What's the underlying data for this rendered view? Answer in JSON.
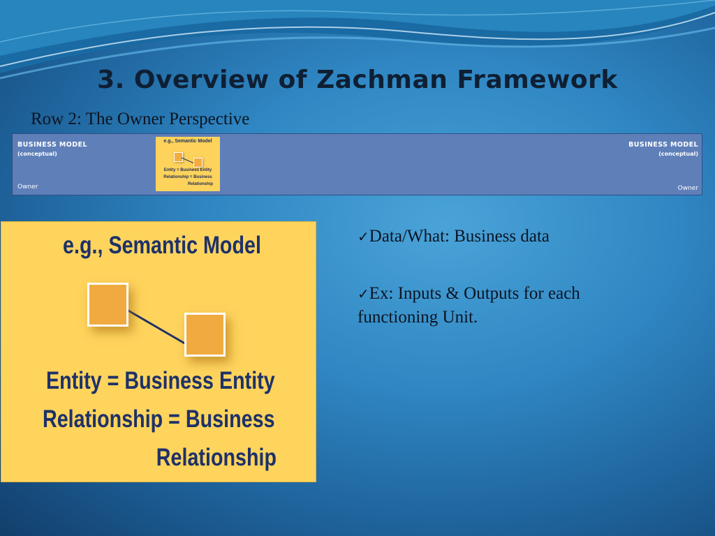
{
  "slide": {
    "title": "3. Overview of Zachman Framework",
    "subtitle": "Row 2: The Owner Perspective"
  },
  "banner": {
    "left_heading": "BUSINESS MODEL",
    "left_sub": "(conceptual)",
    "left_owner": "Owner",
    "right_heading": "BUSINESS MODEL",
    "right_sub": "(conceptual)",
    "right_owner": "Owner",
    "mini_card": {
      "title": "e.g., Semantic Model",
      "line1": "Entity = Business Entity",
      "line2": "Relationship = Business",
      "line3": "Relationship"
    }
  },
  "card": {
    "title": "e.g., Semantic Model",
    "line1": "Entity = Business Entity",
    "line2": "Relationship = Business",
    "line3": "Relationship"
  },
  "bullets": {
    "check_glyph": "✓",
    "item1": "Data/What: Business data",
    "item2": "Ex: Inputs & Outputs for each functioning Unit."
  },
  "colors": {
    "background": "#2f86c2",
    "banner": "#5f7fb9",
    "card": "#fed45d",
    "entity_box": "#f0aa3f",
    "card_text": "#1e3168"
  }
}
